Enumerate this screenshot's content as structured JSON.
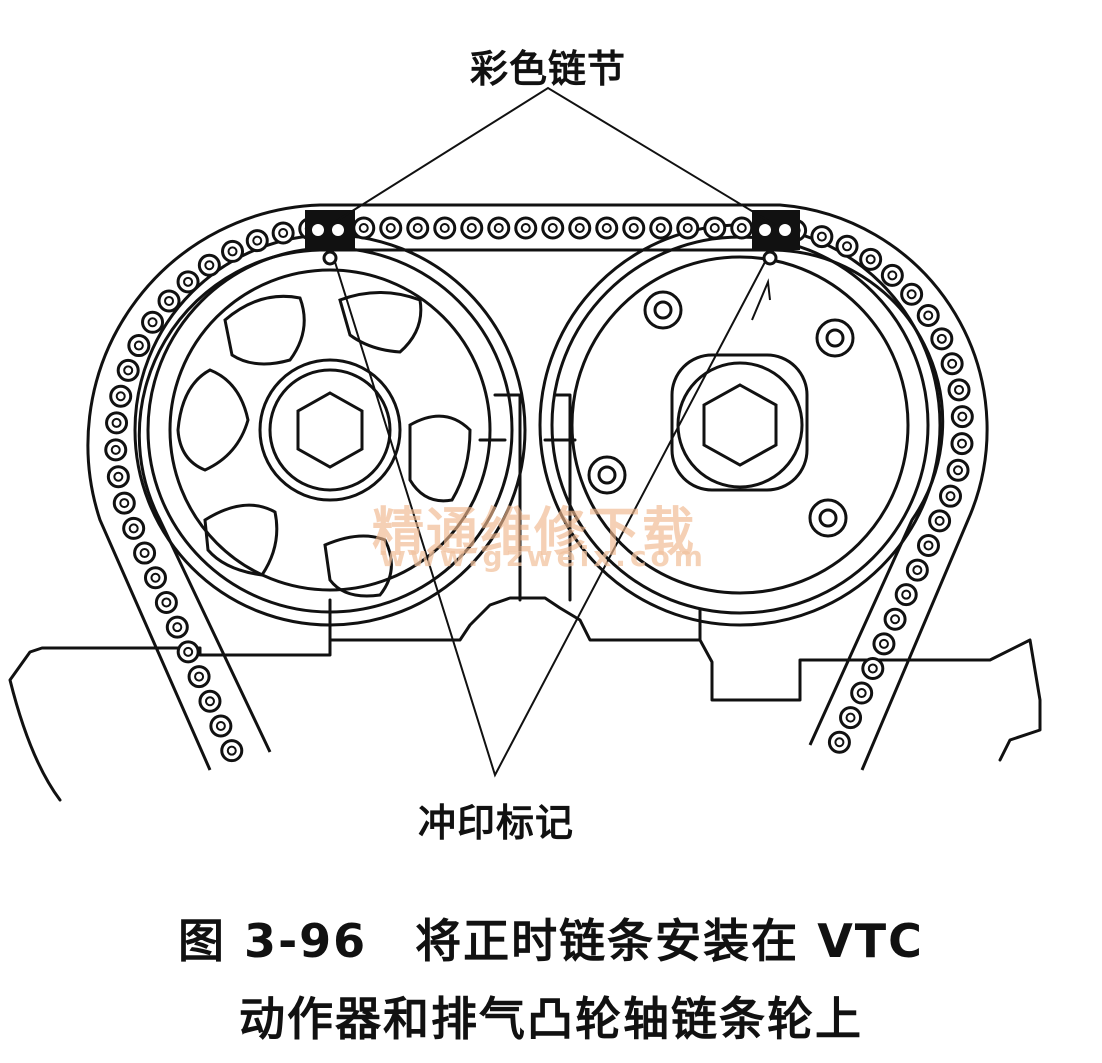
{
  "labels": {
    "colored_links": "彩色链节",
    "punch_marks": "冲印标记"
  },
  "caption": {
    "line1": "图 3-96　将正时链条安装在 VTC",
    "line2": "动作器和排气凸轮轴链条轮上"
  },
  "watermark": {
    "text": "精通维修下载",
    "url": "www.gzweix.com"
  },
  "colors": {
    "ink": "#111111",
    "watermark": "#f0b88e"
  }
}
